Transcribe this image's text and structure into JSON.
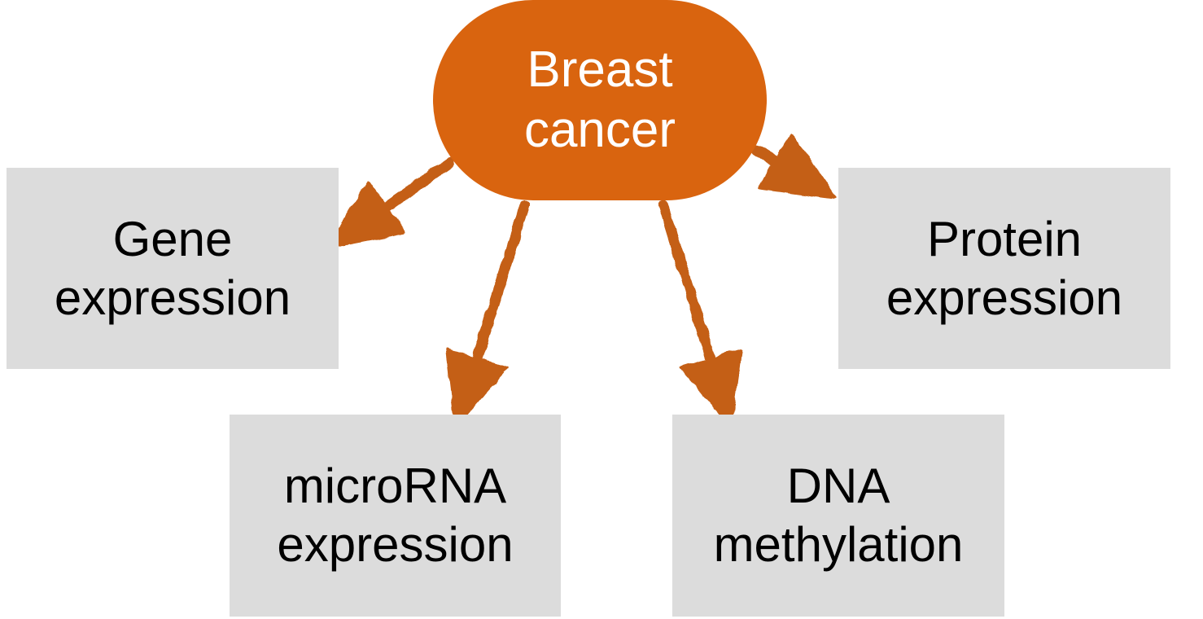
{
  "colors": {
    "center_fill": "#d9640f",
    "arrow": "#c45f16",
    "box_fill": "#dcdcdc",
    "background": "#ffffff"
  },
  "center": {
    "line1": "Breast",
    "line2": "cancer"
  },
  "nodes": {
    "gene_expression": {
      "line1": "Gene",
      "line2": "expression"
    },
    "mirna_expression": {
      "line1": "microRNA",
      "line2": "expression"
    },
    "dna_methylation": {
      "line1": "DNA",
      "line2": "methylation"
    },
    "protein_expression": {
      "line1": "Protein",
      "line2": "expression"
    }
  }
}
